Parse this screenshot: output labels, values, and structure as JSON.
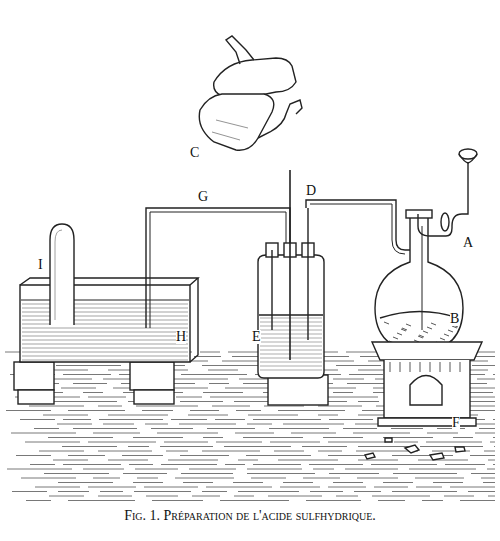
{
  "diagram": {
    "caption": "Fig. 1. Préparation de l'acide sulfhydrique.",
    "labels": [
      "A",
      "B",
      "C",
      "D",
      "E",
      "F",
      "G",
      "H",
      "I"
    ]
  }
}
